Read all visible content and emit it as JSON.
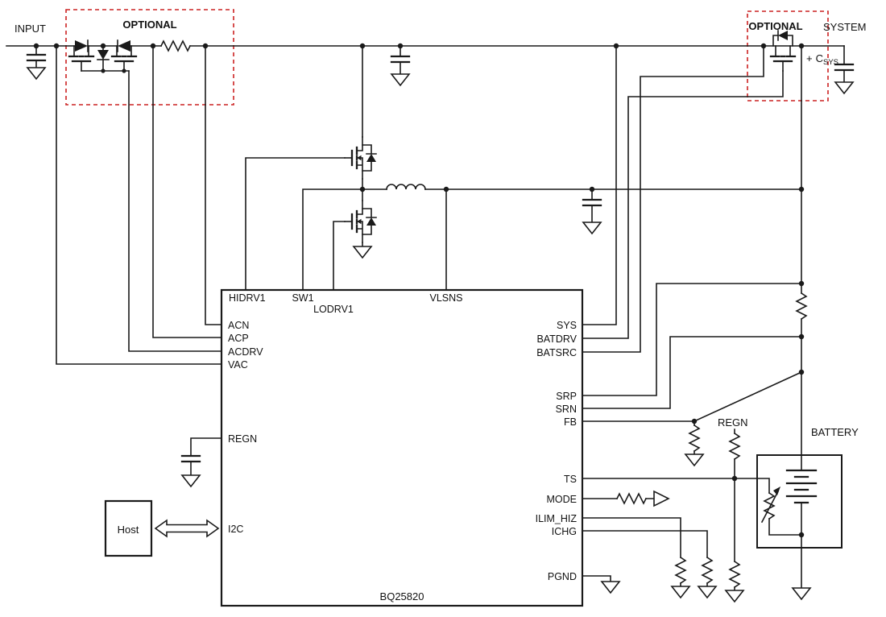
{
  "colors": {
    "optional_red": "#cc2222",
    "wire": "#1a1a1a"
  },
  "labels": {
    "input": "INPUT",
    "system": "SYSTEM",
    "optional_left": "OPTIONAL",
    "optional_right": "OPTIONAL",
    "csys_plus": "+",
    "csys_name": "C",
    "csys_sub": "SYS",
    "battery": "BATTERY",
    "regn_rail": "REGN",
    "host": "Host",
    "chip": "BQ25820"
  },
  "ic_pins": {
    "top": [
      "HIDRV1",
      "SW1",
      "LODRV1",
      "VLSNS"
    ],
    "left": [
      "ACN",
      "ACP",
      "ACDRV",
      "VAC",
      "REGN",
      "I2C"
    ],
    "right": [
      "SYS",
      "BATDRV",
      "BATSRC",
      "SRP",
      "SRN",
      "FB",
      "TS",
      "MODE",
      "ILIM_HIZ",
      "ICHG",
      "PGND"
    ]
  }
}
